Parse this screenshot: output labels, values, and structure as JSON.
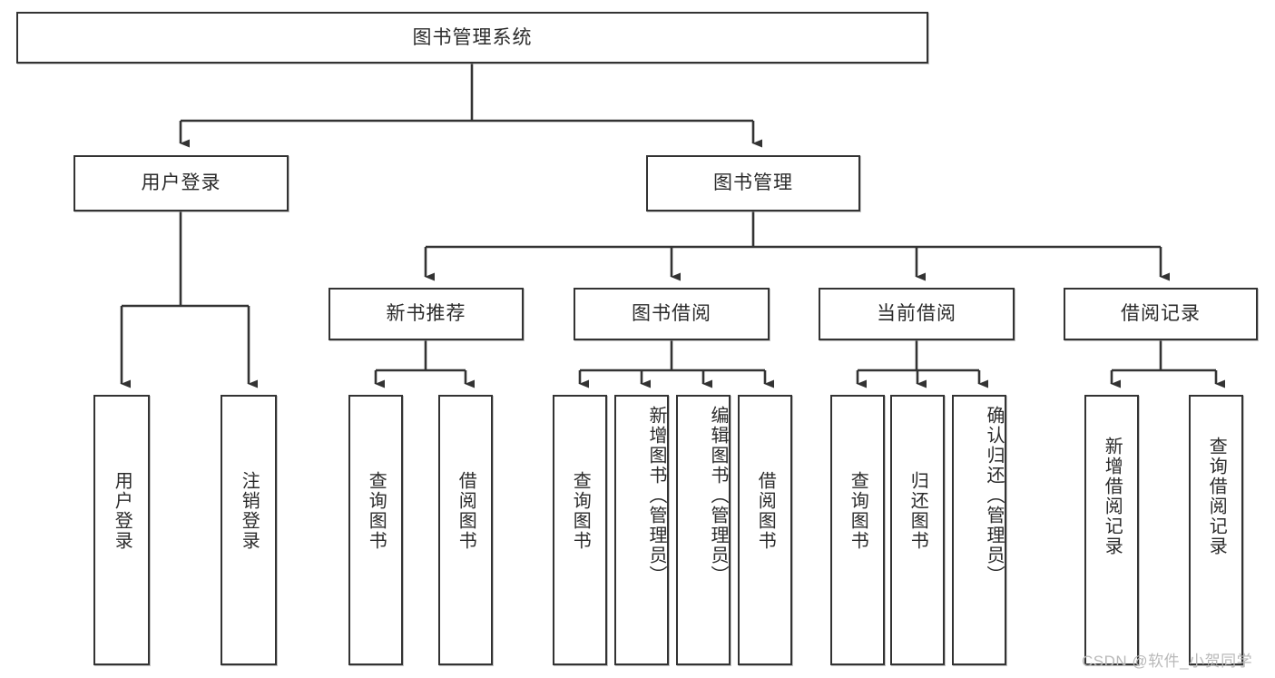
{
  "diagram": {
    "type": "tree",
    "title": "图书管理系统",
    "root": {
      "id": "root",
      "label": "图书管理系统"
    },
    "level1": [
      {
        "id": "user-login",
        "label": "用户登录"
      },
      {
        "id": "book-manage",
        "label": "图书管理"
      }
    ],
    "level2": [
      {
        "id": "new-book-recommend",
        "label": "新书推荐",
        "parent": "book-manage"
      },
      {
        "id": "book-borrow",
        "label": "图书借阅",
        "parent": "book-manage"
      },
      {
        "id": "current-borrow",
        "label": "当前借阅",
        "parent": "book-manage"
      },
      {
        "id": "borrow-record",
        "label": "借阅记录",
        "parent": "book-manage"
      }
    ],
    "leaves": {
      "user_login": [
        {
          "id": "leaf-user-login",
          "label": "用户登录"
        },
        {
          "id": "leaf-logout-login",
          "label": "注销登录"
        }
      ],
      "new_book_recommend": [
        {
          "id": "leaf-query-book-1",
          "label": "查询图书"
        },
        {
          "id": "leaf-borrow-book-1",
          "label": "借阅图书"
        }
      ],
      "book_borrow": [
        {
          "id": "leaf-query-book-2",
          "label": "查询图书"
        },
        {
          "id": "leaf-add-book",
          "label": "新增图书（管理员）"
        },
        {
          "id": "leaf-edit-book",
          "label": "编辑图书（管理员）"
        },
        {
          "id": "leaf-borrow-book-2",
          "label": "借阅图书"
        }
      ],
      "current_borrow": [
        {
          "id": "leaf-query-book-3",
          "label": "查询图书"
        },
        {
          "id": "leaf-return-book",
          "label": "归还图书"
        },
        {
          "id": "leaf-confirm-return",
          "label": "确认归还（管理员）"
        }
      ],
      "borrow_record": [
        {
          "id": "leaf-add-record",
          "label": "新增借阅记录"
        },
        {
          "id": "leaf-query-record",
          "label": "查询借阅记录"
        }
      ]
    }
  },
  "watermark": {
    "text": "CSDN @软件_小贺同学"
  },
  "colors": {
    "line": "#333333",
    "text": "#2b2b2b",
    "background": "#ffffff",
    "watermark": "#b9b9b9"
  }
}
